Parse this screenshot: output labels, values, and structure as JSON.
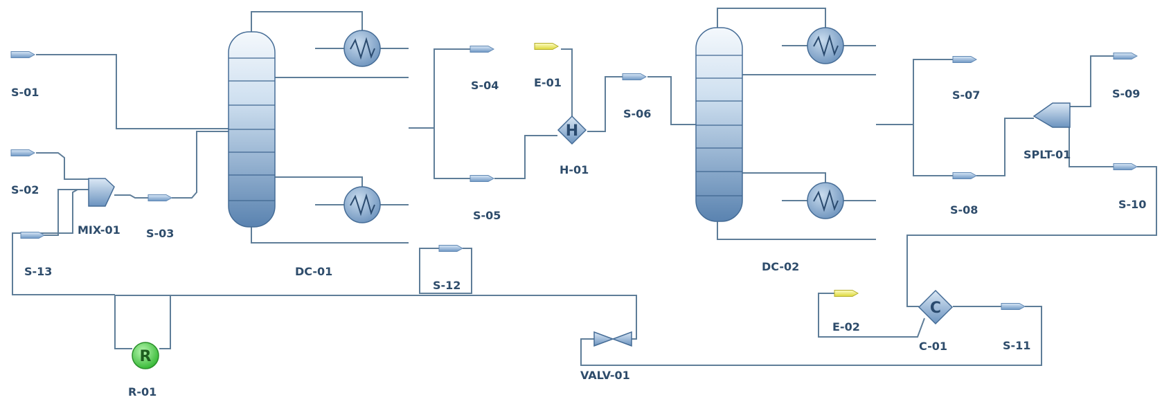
{
  "colors": {
    "pipe": "#5e7d98",
    "vessel_top": "#f2f6fb",
    "vessel_bottom": "#5b84b1",
    "label": "#2e4c6b",
    "energy_stream": "#f1f06a",
    "reactor": "#4ccd4c"
  },
  "streams": {
    "s01": "S-01",
    "s02": "S-02",
    "s03": "S-03",
    "s04": "S-04",
    "s05": "S-05",
    "s06": "S-06",
    "s07": "S-07",
    "s08": "S-08",
    "s09": "S-09",
    "s10": "S-10",
    "s11": "S-11",
    "s12": "S-12",
    "s13": "S-13"
  },
  "energy_streams": {
    "e01": "E-01",
    "e02": "E-02"
  },
  "units": {
    "mix01": "MIX-01",
    "dc01": "DC-01",
    "h01": "H-01",
    "dc02": "DC-02",
    "splt01": "SPLT-01",
    "c01": "C-01",
    "r01": "R-01",
    "valv01": "VALV-01"
  },
  "unit_letters": {
    "heater": "H",
    "cooler": "C",
    "reactor": "R"
  },
  "icons": {
    "stream": "stream-arrow-icon",
    "energy": "energy-stream-icon",
    "column": "distillation-column-icon",
    "exchanger": "heat-exchanger-icon",
    "mixer": "mixer-icon",
    "splitter": "splitter-icon",
    "valve": "valve-icon"
  }
}
